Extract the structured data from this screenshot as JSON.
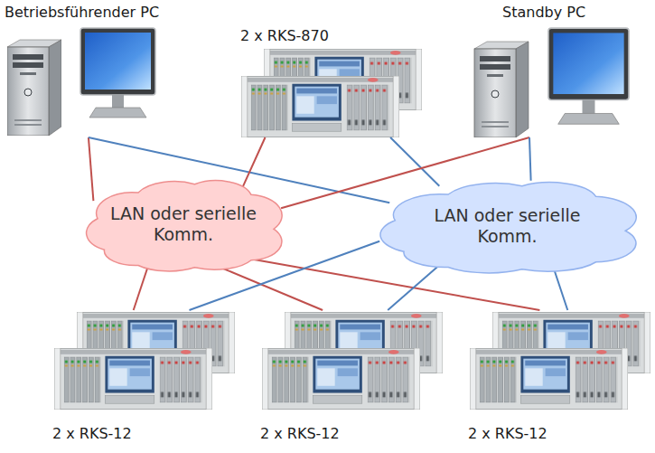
{
  "diagram": {
    "nodes": [
      {
        "text": [
          "Betriebsführender PC"
        ]
      },
      {
        "text": [
          "2 x RKS-870"
        ]
      },
      {
        "text": [
          "Standby PC"
        ]
      },
      {
        "text": [
          "LAN oder serielle Komm."
        ]
      },
      {
        "text": [
          "LAN oder serielle Komm."
        ]
      },
      {
        "text": [
          "2 x RKS-12"
        ]
      },
      {
        "text": [
          "2 x RKS-12"
        ]
      },
      {
        "text": [
          "2 x RKS-12"
        ]
      }
    ],
    "edges": [
      {
        "from": 0,
        "to": 3,
        "arrow": "none"
      },
      {
        "from": 0,
        "to": 4,
        "arrow": "none"
      },
      {
        "from": 1,
        "to": 3,
        "arrow": "none"
      },
      {
        "from": 1,
        "to": 4,
        "arrow": "none"
      },
      {
        "from": 2,
        "to": 3,
        "arrow": "none"
      },
      {
        "from": 2,
        "to": 4,
        "arrow": "none"
      },
      {
        "from": 3,
        "to": 5,
        "arrow": "none"
      },
      {
        "from": 3,
        "to": 6,
        "arrow": "none"
      },
      {
        "from": 3,
        "to": 7,
        "arrow": "none"
      },
      {
        "from": 4,
        "to": 5,
        "arrow": "none"
      },
      {
        "from": 4,
        "to": 6,
        "arrow": "none"
      },
      {
        "from": 4,
        "to": 7,
        "arrow": "none"
      }
    ]
  }
}
